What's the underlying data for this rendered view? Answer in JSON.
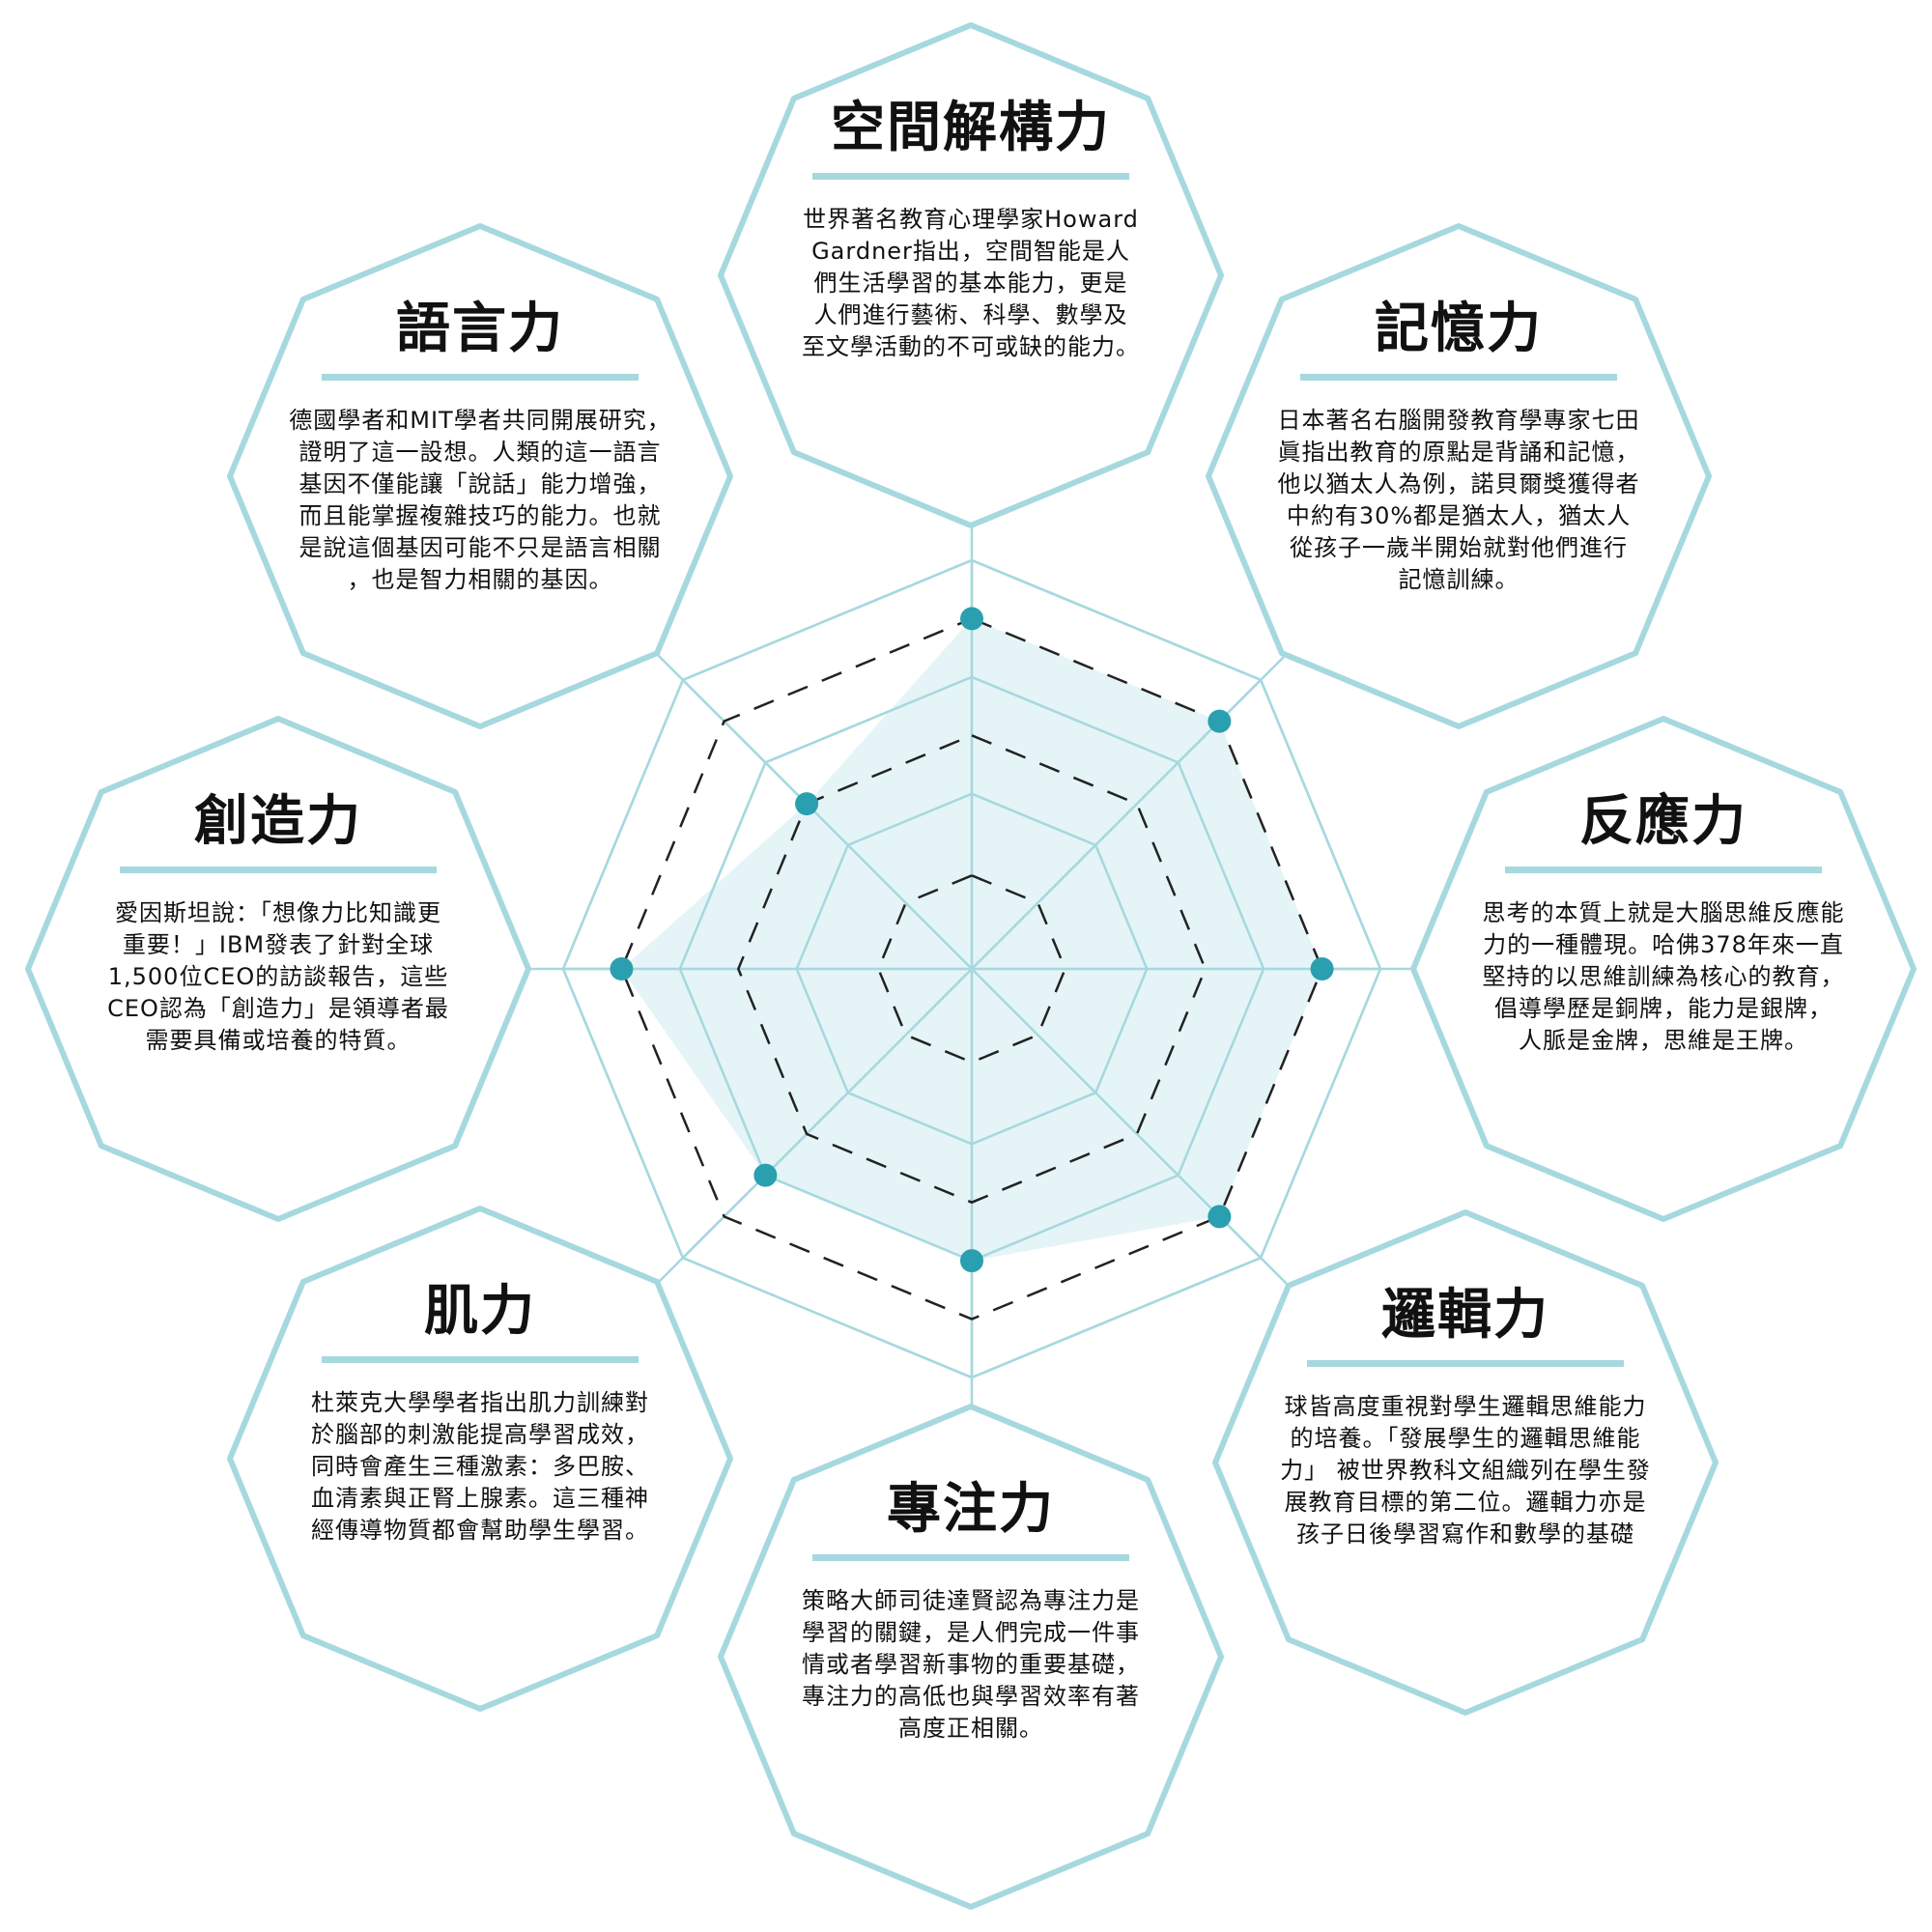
{
  "colors": {
    "outline": "#a6d8df",
    "fill": "#e1f2f4",
    "dot": "#2a9fb0",
    "dash": "#222222"
  },
  "boxes": [
    {
      "title": "空間解構力",
      "lines": [
        "世界著名教育心理學家Howard",
        "Gardner指出，空間智能是人",
        "們生活學習的基本能力，更是",
        "人們進行藝術、科學、數學及",
        "至文學活動的不可或缺的能力。"
      ]
    },
    {
      "title": "記憶力",
      "lines": [
        "日本著名右腦開發教育學專家七田",
        "眞指出教育的原點是背誦和記憶，",
        "他以猶太人為例，諾貝爾獎獲得者",
        "中約有30%都是猶太人，猶太人",
        "從孩子一歲半開始就對他們進行",
        "記憶訓練。"
      ]
    },
    {
      "title": "反應力",
      "lines": [
        "思考的本質上就是大腦思維反應能",
        "力的一種體現。哈佛378年來一直",
        "堅持的以思維訓練為核心的教育，",
        "倡導學歷是銅牌，能力是銀牌，",
        "人脈是金牌，思維是王牌。"
      ]
    },
    {
      "title": "邏輯力",
      "lines": [
        "球皆高度重視對學生邏輯思維能力",
        "的培養。「發展學生的邏輯思維能",
        "力」 被世界教科文組織列在學生發",
        "展教育目標的第二位。邏輯力亦是",
        "孩子日後學習寫作和數學的基礎"
      ]
    },
    {
      "title": "專注力",
      "lines": [
        "策略大師司徒達賢認為專注力是",
        "學習的關鍵，是人們完成一件事",
        "情或者學習新事物的重要基礎，",
        "專注力的高低也與學習效率有著",
        "高度正相關。"
      ]
    },
    {
      "title": "肌力",
      "lines": [
        "杜萊克大學學者指出肌力訓練對",
        "於腦部的刺激能提高學習成效，",
        "同時會產生三種激素：多巴胺、",
        "血清素與正腎上腺素。這三種神",
        "經傳導物質都會幫助學生學習。"
      ]
    },
    {
      "title": "創造力",
      "lines": [
        "愛因斯坦說：「想像力比知識更",
        "重要！」IBM發表了針對全球",
        "1,500位CEO的訪談報告，這些",
        "CEO認為「創造力」是領導者最",
        "需要具備或培養的特質。"
      ]
    },
    {
      "title": "語言力",
      "lines": [
        "德國學者和MIT學者共同開展研究，",
        "證明了這一設想。人類的這一語言",
        "基因不僅能讓「說話」能力增強，",
        "而且能掌握複雜技巧的能力。也就",
        "是說這個基因可能不只是語言相關",
        "，也是智力相關的基因。"
      ]
    }
  ],
  "chart_data": {
    "type": "radar",
    "axes": [
      "空間解構力",
      "記憶力",
      "反應力",
      "邏輯力",
      "專注力",
      "肌力",
      "創造力",
      "語言力"
    ],
    "values": [
      6,
      6,
      6,
      6,
      5,
      5,
      6,
      4
    ],
    "max": 7,
    "solid_rings": [
      3,
      5,
      7
    ],
    "dashed_rings": [
      1.6,
      4,
      6
    ]
  }
}
